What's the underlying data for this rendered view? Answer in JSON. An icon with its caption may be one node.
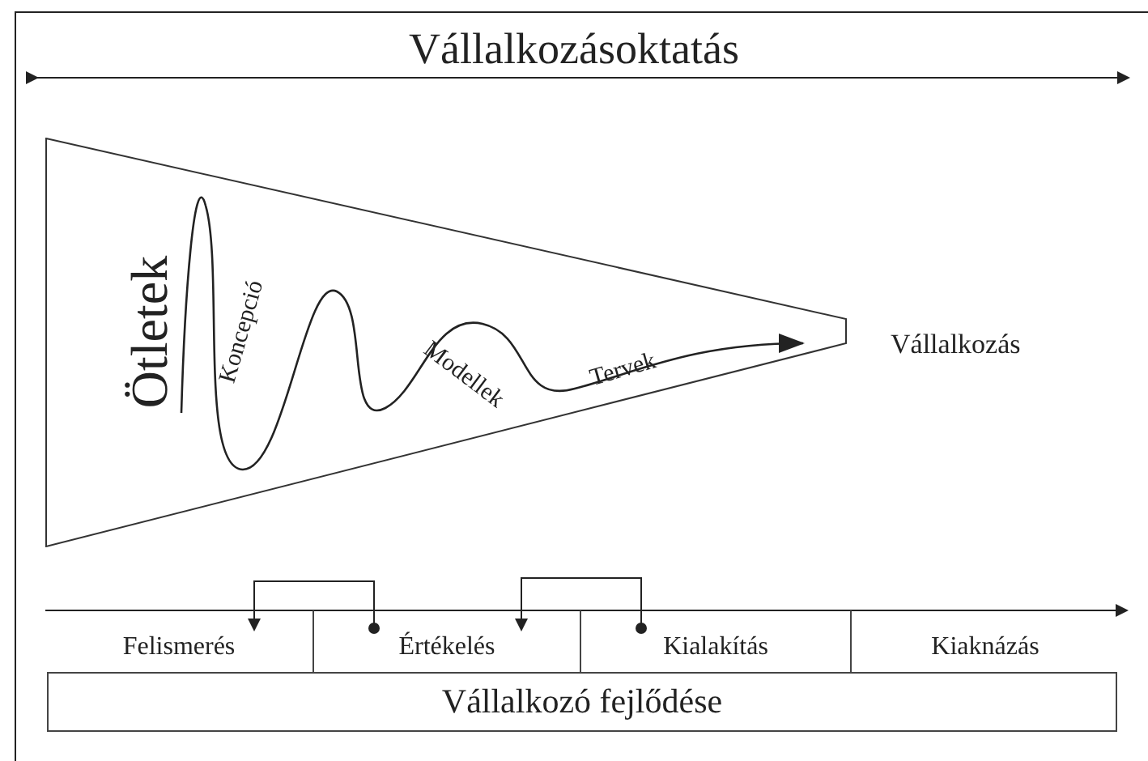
{
  "diagram": {
    "title": "Vállalkozásoktatás",
    "nodes": [
      {
        "text": [
          "Ötletek",
          "Koncepció",
          "Modellek",
          "Tervek"
        ],
        "beside": [
          "Vállalkozás"
        ]
      },
      {
        "text": [
          "Felismerés"
        ]
      },
      {
        "text": [
          "Értékelés"
        ]
      },
      {
        "text": [
          "Kialakítás"
        ]
      },
      {
        "text": [
          "Kiaknázás"
        ]
      },
      {
        "text": [
          "Vállalkozó fejlődése"
        ]
      }
    ],
    "edges": [
      {
        "from": 2,
        "to": 1,
        "arrow": "to"
      },
      {
        "from": 3,
        "to": 2,
        "arrow": "to"
      }
    ]
  }
}
